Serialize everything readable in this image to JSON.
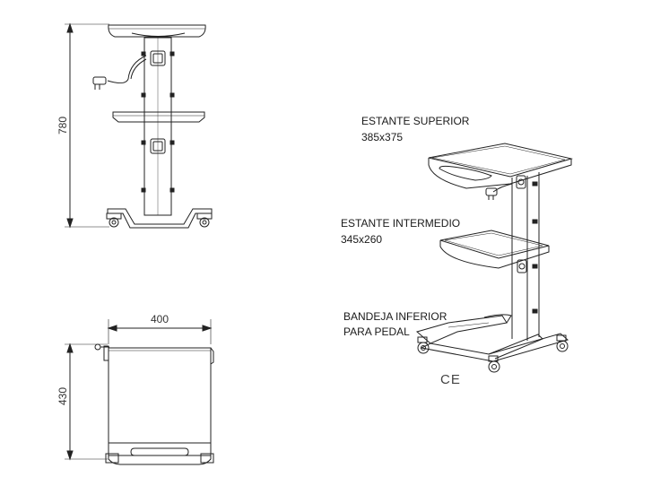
{
  "dimensions": {
    "height_total": "780",
    "width_base": "400",
    "depth_base": "430"
  },
  "labels": {
    "top_shelf_name": "ESTANTE SUPERIOR",
    "top_shelf_size": "385x375",
    "mid_shelf_name": "ESTANTE INTERMEDIO",
    "mid_shelf_size": "345x260",
    "bottom_tray_line1": "BANDEJA INFERIOR",
    "bottom_tray_line2": "PARA PEDAL",
    "certification": "CE"
  }
}
